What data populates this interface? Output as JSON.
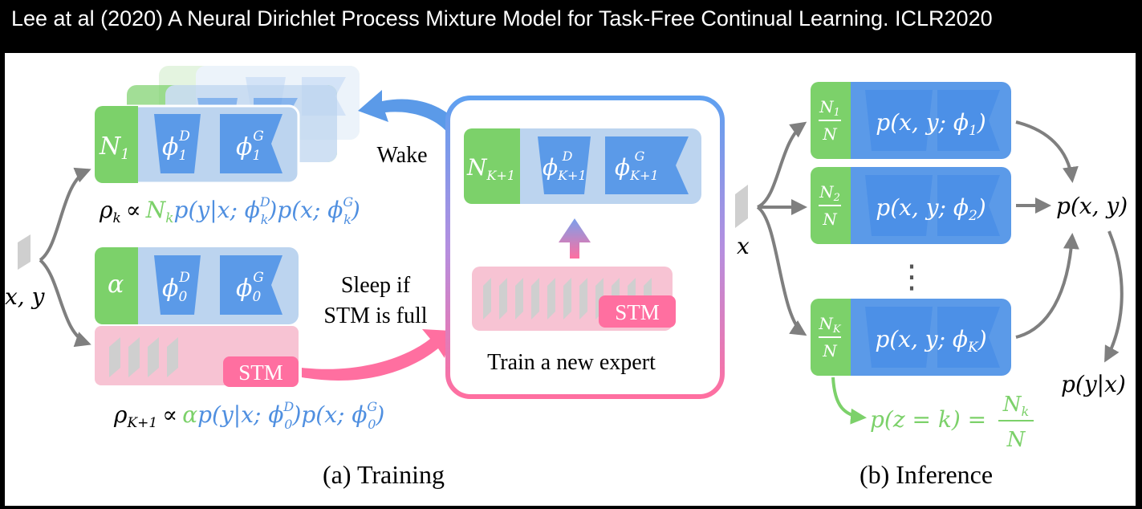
{
  "header": {
    "title": "Lee at al (2020) A Neural Dirichlet Process Mixture Model for Task-Free Continual Learning. ICLR2020"
  },
  "training": {
    "caption": "(a) Training",
    "input_label": "x, y",
    "expert_count_label": "N",
    "expert_count_sub": "1",
    "phi_d_label": "ϕ",
    "phi_d_sub": "1",
    "phi_d_sup": "D",
    "phi_g_label": "ϕ",
    "phi_g_sub": "1",
    "phi_g_sup": "G",
    "rho_k": {
      "lhs": "ρ",
      "lhs_sub": "k",
      "prop": "∝",
      "nk": "N",
      "nk_sub": "k",
      "rest_1": "p(y|x; ϕ",
      "rest_1_sup": "D",
      "rest_1_sub": "k",
      "rest_2": ")p(x; ϕ",
      "rest_2_sup": "G",
      "rest_2_sub": "k",
      "rest_3": ")"
    },
    "alpha_label": "α",
    "phi0_d_label": "ϕ",
    "phi0_d_sub": "0",
    "phi0_d_sup": "D",
    "phi0_g_label": "ϕ",
    "phi0_g_sub": "0",
    "phi0_g_sup": "G",
    "stm_label": "STM",
    "rho_k1": {
      "lhs": "ρ",
      "lhs_sub": "K+1",
      "prop": "∝",
      "alpha": "α",
      "rest_1": "p(y|x; ϕ",
      "rest_1_sup": "D",
      "rest_1_sub": "0",
      "rest_2": ")p(x; ϕ",
      "rest_2_sup": "G",
      "rest_2_sub": "0",
      "rest_3": ")"
    },
    "wake_label": "Wake",
    "sleep_line1": "Sleep if",
    "sleep_line2": "STM is full",
    "new_expert": {
      "n_label": "N",
      "n_sub": "K+1",
      "phi_d_label": "ϕ",
      "phi_d_sub": "K+1",
      "phi_d_sup": "D",
      "phi_g_label": "ϕ",
      "phi_g_sub": "K+1",
      "phi_g_sup": "G",
      "stm_label": "STM",
      "caption": "Train a new expert"
    }
  },
  "inference": {
    "caption": "(b) Inference",
    "input_label": "x",
    "experts": [
      {
        "num": "N",
        "num_sub": "1",
        "den": "N",
        "dist": "p(x, y; ϕ",
        "dist_sub": "1",
        "dist_end": ")"
      },
      {
        "num": "N",
        "num_sub": "2",
        "den": "N",
        "dist": "p(x, y; ϕ",
        "dist_sub": "2",
        "dist_end": ")"
      },
      {
        "num": "N",
        "num_sub": "K",
        "den": "N",
        "dist": "p(x, y; ϕ",
        "dist_sub": "K",
        "dist_end": ")"
      }
    ],
    "ellipsis": "⋮",
    "joint_label": "p(x, y)",
    "cond_label": "p(y|x)",
    "prior": {
      "lhs": "p(z = k) =",
      "num": "N",
      "num_sub": "k",
      "den": "N"
    }
  },
  "colors": {
    "green": "#7cd16a",
    "blue_dark": "#5b9ae8",
    "blue_light": "#b8d1ee",
    "pink": "#ff6fa0",
    "pink_light": "#f7c3d3",
    "grey_arrow": "#7f7f7f",
    "eq_blue": "#4f8fe0"
  }
}
